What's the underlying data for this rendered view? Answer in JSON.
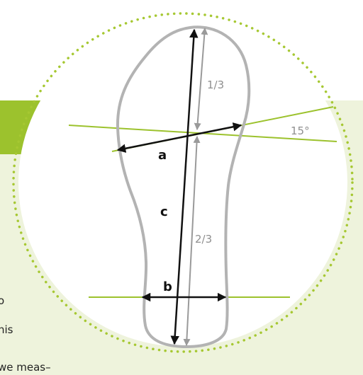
{
  "labels": {
    "a": "a",
    "b": "b",
    "c": "c",
    "upper_fraction": "1/3",
    "lower_fraction": "2/3",
    "angle": "15°"
  },
  "partial_text": [
    "o",
    "his",
    "we meas–"
  ],
  "colors": {
    "green": "#9cc22d",
    "light_green_panel": "#eef3dc",
    "outline": "#b3b3b3",
    "arrow": "#111111",
    "gray_arrow": "#9a9a9a",
    "dots": "#a6c832"
  }
}
